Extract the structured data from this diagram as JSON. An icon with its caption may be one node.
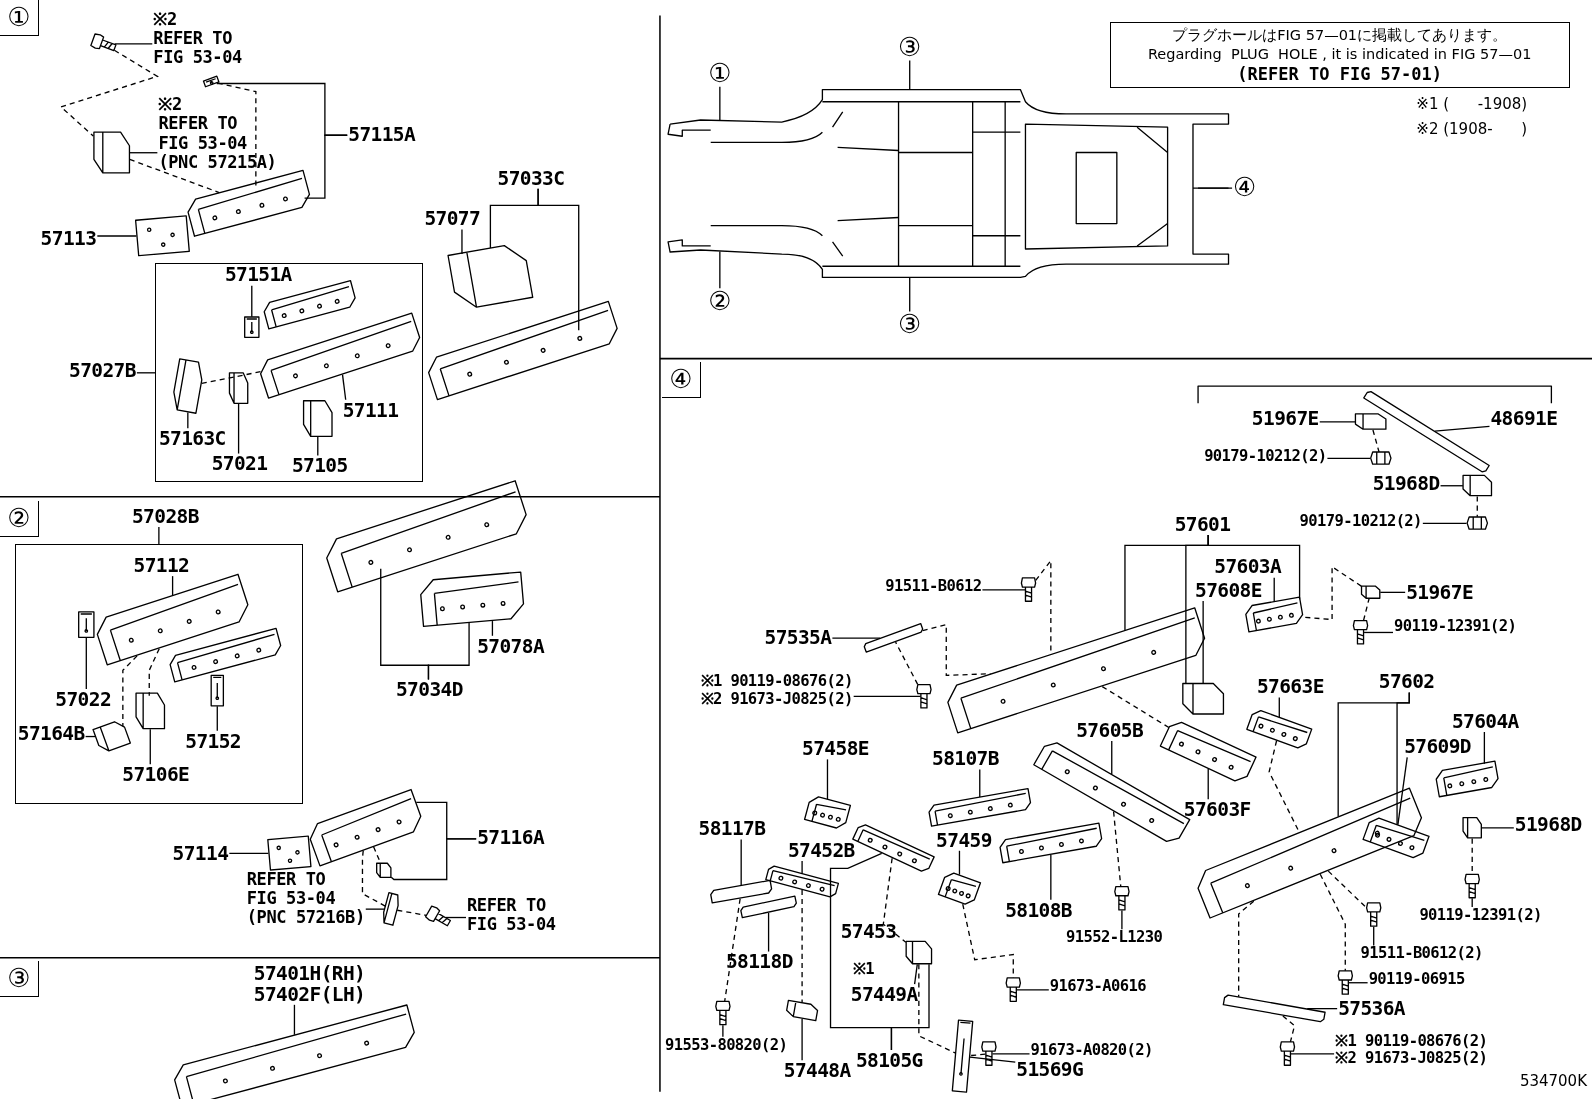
{
  "diagram": {
    "nodes": [
      {
        "text": [
          "※2",
          "REFER TO FIG 53-04"
        ]
      },
      {
        "text": [
          "※2",
          "REFER TO FIG 53-04 (PNC 57215A)"
        ]
      },
      {
        "text": [
          "57115A"
        ]
      },
      {
        "text": [
          "57113"
        ]
      },
      {
        "text": [
          "57033C"
        ]
      },
      {
        "text": [
          "57077"
        ]
      },
      {
        "text": [],
        "shape": "box"
      },
      {
        "text": [
          "57151A"
        ],
        "in": 6
      },
      {
        "text": [
          "57027B"
        ]
      },
      {
        "text": [
          "57111"
        ],
        "in": 6
      },
      {
        "text": [
          "57163C"
        ],
        "in": 6
      },
      {
        "text": [
          "57021"
        ],
        "in": 6
      },
      {
        "text": [
          "57105"
        ],
        "in": 6
      },
      {
        "text": [
          "57028B"
        ]
      },
      {
        "text": [],
        "shape": "box"
      },
      {
        "text": [
          "57112"
        ],
        "in": 14
      },
      {
        "text": [
          "57022"
        ],
        "in": 14
      },
      {
        "text": [
          "57164B"
        ],
        "in": 14
      },
      {
        "text": [
          "57152"
        ],
        "in": 14
      },
      {
        "text": [
          "57106E"
        ],
        "in": 14
      },
      {
        "text": [
          "57078A"
        ]
      },
      {
        "text": [
          "57034D"
        ]
      },
      {
        "text": [
          "57116A"
        ]
      },
      {
        "text": [
          "57114"
        ]
      },
      {
        "text": [
          "REFER TO FIG 53-04 (PNC 57216B)"
        ]
      },
      {
        "text": [
          "REFER TO FIG 53-04"
        ]
      },
      {
        "text": [
          "57401H(RH)",
          "57402F(LH)"
        ]
      },
      {
        "text": [
          "①"
        ]
      },
      {
        "text": [
          "②"
        ]
      },
      {
        "text": [
          "③"
        ]
      },
      {
        "text": [
          "③"
        ]
      },
      {
        "text": [
          "④"
        ]
      },
      {
        "text": [
          "プラグホールはFIG 57—01に掲載してあります。",
          "Regarding  PLUG  HOLE , it is indicated in FIG 57—01",
          "(REFER TO FIG 57-01)"
        ]
      },
      {
        "text": [
          "51967E"
        ]
      },
      {
        "text": [
          "48691E"
        ]
      },
      {
        "text": [
          "90179-10212(2)"
        ]
      },
      {
        "text": [
          "51968D"
        ]
      },
      {
        "text": [
          "90179-10212(2)"
        ]
      },
      {
        "text": [
          "57601"
        ]
      },
      {
        "text": [
          "57603A"
        ]
      },
      {
        "text": [
          "57608E"
        ]
      },
      {
        "text": [
          "51967E"
        ]
      },
      {
        "text": [
          "91511-B0612"
        ]
      },
      {
        "text": [
          "90119-12391(2)"
        ]
      },
      {
        "text": [
          "57535A"
        ]
      },
      {
        "text": [
          "※1 90119-08676(2)",
          "※2 91673-J0825(2)"
        ]
      },
      {
        "text": [
          "57663E"
        ]
      },
      {
        "text": [
          "57602"
        ]
      },
      {
        "text": [
          "57604A"
        ]
      },
      {
        "text": [
          "57609D"
        ]
      },
      {
        "text": [
          "57605B"
        ]
      },
      {
        "text": [
          "57458E"
        ]
      },
      {
        "text": [
          "58107B"
        ]
      },
      {
        "text": [
          "57603F"
        ]
      },
      {
        "text": [
          "51968D"
        ]
      },
      {
        "text": [
          "58117B"
        ]
      },
      {
        "text": [
          "57452B"
        ]
      },
      {
        "text": [
          "57459"
        ]
      },
      {
        "text": [
          "58108B"
        ]
      },
      {
        "text": [
          "90119-12391(2)"
        ]
      },
      {
        "text": [
          "91552-L1230"
        ]
      },
      {
        "text": [
          "58118D"
        ]
      },
      {
        "text": [
          "57449A"
        ]
      },
      {
        "text": [
          "91511-B0612(2)"
        ]
      },
      {
        "text": [
          "90119-06915"
        ]
      },
      {
        "text": [
          "91673-A0616"
        ]
      },
      {
        "text": [
          "57536A"
        ]
      },
      {
        "text": [
          "91553-80820(2)"
        ]
      },
      {
        "text": [
          "91673-A0820(2)"
        ]
      },
      {
        "text": [
          "57448A"
        ]
      },
      {
        "text": [
          "58105G"
        ]
      },
      {
        "text": [
          "51569G"
        ]
      },
      {
        "text": [
          "※1 90119-08676(2)",
          "※2 91673-J0825(2)"
        ]
      },
      {
        "text": [],
        "shape": "picture"
      },
      {
        "text": [],
        "shape": "picture"
      },
      {
        "text": [],
        "shape": "picture"
      },
      {
        "text": [],
        "shape": "picture"
      },
      {
        "text": [],
        "shape": "picture"
      },
      {
        "text": [],
        "shape": "picture"
      },
      {
        "text": [],
        "shape": "picture"
      },
      {
        "text": [],
        "shape": "picture",
        "in": 6
      },
      {
        "text": [],
        "shape": "picture",
        "in": 6
      },
      {
        "text": [],
        "shape": "picture",
        "in": 6
      },
      {
        "text": [],
        "shape": "picture",
        "in": 6
      },
      {
        "text": [],
        "shape": "picture",
        "in": 6
      },
      {
        "text": [],
        "shape": "picture",
        "in": 6
      },
      {
        "text": [],
        "shape": "picture"
      },
      {
        "text": [],
        "shape": "picture"
      },
      {
        "text": [],
        "shape": "picture",
        "in": 14
      },
      {
        "text": [],
        "shape": "picture",
        "in": 14
      },
      {
        "text": [],
        "shape": "picture",
        "in": 14
      },
      {
        "text": [],
        "shape": "picture",
        "in": 14
      },
      {
        "text": [],
        "shape": "picture",
        "in": 14
      },
      {
        "text": [],
        "shape": "picture",
        "in": 14
      },
      {
        "text": [],
        "shape": "picture"
      },
      {
        "text": [],
        "shape": "picture"
      },
      {
        "text": [],
        "shape": "picture"
      },
      {
        "text": [],
        "shape": "picture"
      },
      {
        "text": [],
        "shape": "picture"
      },
      {
        "text": [],
        "shape": "picture"
      },
      {
        "text": [],
        "shape": "picture"
      },
      {
        "text": [],
        "shape": "picture"
      },
      {
        "text": [],
        "shape": "picture"
      },
      {
        "text": [],
        "shape": "picture"
      },
      {
        "text": [],
        "shape": "picture"
      },
      {
        "text": [],
        "shape": "picture"
      },
      {
        "text": [],
        "shape": "picture"
      },
      {
        "text": [],
        "shape": "picture"
      },
      {
        "text": [],
        "shape": "picture"
      },
      {
        "text": [],
        "shape": "picture"
      },
      {
        "text": [],
        "shape": "picture"
      },
      {
        "text": [],
        "shape": "picture"
      },
      {
        "text": [],
        "shape": "picture"
      },
      {
        "text": [],
        "shape": "picture"
      },
      {
        "text": [],
        "shape": "picture"
      },
      {
        "text": [],
        "shape": "picture"
      },
      {
        "text": [],
        "shape": "picture"
      },
      {
        "text": [],
        "shape": "picture"
      },
      {
        "text": [],
        "shape": "picture"
      },
      {
        "text": [],
        "shape": "picture"
      },
      {
        "text": [],
        "shape": "picture"
      },
      {
        "text": [],
        "shape": "picture"
      },
      {
        "text": [],
        "shape": "picture"
      },
      {
        "text": [],
        "shape": "picture"
      },
      {
        "text": [],
        "shape": "picture"
      },
      {
        "text": [],
        "shape": "picture"
      },
      {
        "text": [],
        "shape": "picture"
      },
      {
        "text": [],
        "shape": "picture"
      },
      {
        "text": [],
        "shape": "picture"
      },
      {
        "text": [],
        "shape": "picture"
      },
      {
        "text": [],
        "shape": "picture"
      },
      {
        "text": [],
        "shape": "picture"
      },
      {
        "text": [],
        "shape": "picture"
      },
      {
        "text": [],
        "shape": "picture"
      },
      {
        "text": [],
        "shape": "picture"
      },
      {
        "text": [],
        "shape": "picture"
      },
      {
        "text": [],
        "shape": "picture"
      },
      {
        "text": [],
        "shape": "picture"
      },
      {
        "text": [],
        "shape": "picture"
      },
      {
        "text": [],
        "shape": "picture"
      },
      {
        "text": [],
        "shape": "picture"
      }
    ],
    "edges": [
      {
        "from": 0,
        "to": 73,
        "arrow": "none"
      },
      {
        "from": 1,
        "to": 75,
        "arrow": "none"
      },
      {
        "from": 2,
        "to": 74,
        "arrow": "none"
      },
      {
        "from": 2,
        "to": 76,
        "arrow": "none"
      },
      {
        "from": 3,
        "to": 77,
        "arrow": "none"
      },
      {
        "from": 4,
        "to": 78,
        "arrow": "none"
      },
      {
        "from": 4,
        "to": 79,
        "arrow": "none"
      },
      {
        "from": 5,
        "to": 78,
        "arrow": "none"
      },
      {
        "from": 8,
        "to": 6,
        "arrow": "none"
      },
      {
        "from": 7,
        "to": 80,
        "arrow": "none"
      },
      {
        "from": 9,
        "to": 82,
        "arrow": "none"
      },
      {
        "from": 10,
        "to": 83,
        "arrow": "none"
      },
      {
        "from": 11,
        "to": 84,
        "arrow": "none"
      },
      {
        "from": 12,
        "to": 85,
        "arrow": "none"
      },
      {
        "from": 13,
        "to": 14,
        "arrow": "none"
      },
      {
        "from": 15,
        "to": 88,
        "arrow": "none"
      },
      {
        "from": 16,
        "to": 89,
        "arrow": "none"
      },
      {
        "from": 17,
        "to": 91,
        "arrow": "none"
      },
      {
        "from": 18,
        "to": 93,
        "arrow": "none"
      },
      {
        "from": 19,
        "to": 92,
        "arrow": "none"
      },
      {
        "from": 20,
        "to": 87,
        "arrow": "none"
      },
      {
        "from": 21,
        "to": 86,
        "arrow": "none"
      },
      {
        "from": 21,
        "to": 87,
        "arrow": "none"
      },
      {
        "from": 22,
        "to": 94,
        "arrow": "none"
      },
      {
        "from": 22,
        "to": 96,
        "arrow": "none"
      },
      {
        "from": 23,
        "to": 95,
        "arrow": "none"
      },
      {
        "from": 24,
        "to": 97,
        "arrow": "none"
      },
      {
        "from": 25,
        "to": 98,
        "arrow": "none"
      },
      {
        "from": 26,
        "to": 99,
        "arrow": "none"
      },
      {
        "from": 27,
        "to": 140,
        "arrow": "none"
      },
      {
        "from": 28,
        "to": 140,
        "arrow": "none"
      },
      {
        "from": 29,
        "to": 140,
        "arrow": "none"
      },
      {
        "from": 30,
        "to": 140,
        "arrow": "none"
      },
      {
        "from": 31,
        "to": 140,
        "arrow": "none"
      },
      {
        "from": 33,
        "to": 101,
        "arrow": "none"
      },
      {
        "from": 34,
        "to": 100,
        "arrow": "none"
      },
      {
        "from": 35,
        "to": 102,
        "arrow": "none"
      },
      {
        "from": 36,
        "to": 103,
        "arrow": "none"
      },
      {
        "from": 37,
        "to": 104,
        "arrow": "none"
      },
      {
        "from": 38,
        "to": 108,
        "arrow": "none"
      },
      {
        "from": 38,
        "to": 109,
        "arrow": "none"
      },
      {
        "from": 38,
        "to": 112,
        "arrow": "none"
      },
      {
        "from": 39,
        "to": 109,
        "arrow": "none"
      },
      {
        "from": 40,
        "to": 112,
        "arrow": "none"
      },
      {
        "from": 41,
        "to": 110,
        "arrow": "none"
      },
      {
        "from": 42,
        "to": 105,
        "arrow": "none"
      },
      {
        "from": 43,
        "to": 111,
        "arrow": "none"
      },
      {
        "from": 44,
        "to": 106,
        "arrow": "none"
      },
      {
        "from": 45,
        "to": 107,
        "arrow": "none"
      },
      {
        "from": 46,
        "to": 113,
        "arrow": "none"
      },
      {
        "from": 47,
        "to": 116,
        "arrow": "none"
      },
      {
        "from": 47,
        "to": 118,
        "arrow": "none"
      },
      {
        "from": 48,
        "to": 117,
        "arrow": "none"
      },
      {
        "from": 49,
        "to": 118,
        "arrow": "none"
      },
      {
        "from": 50,
        "to": 114,
        "arrow": "none"
      },
      {
        "from": 51,
        "to": 121,
        "arrow": "none"
      },
      {
        "from": 52,
        "to": 122,
        "arrow": "none"
      },
      {
        "from": 53,
        "to": 115,
        "arrow": "none"
      },
      {
        "from": 54,
        "to": 119,
        "arrow": "none"
      },
      {
        "from": 55,
        "to": 126,
        "arrow": "none"
      },
      {
        "from": 56,
        "to": 127,
        "arrow": "none"
      },
      {
        "from": 57,
        "to": 123,
        "arrow": "none"
      },
      {
        "from": 58,
        "to": 124,
        "arrow": "none"
      },
      {
        "from": 59,
        "to": 120,
        "arrow": "none"
      },
      {
        "from": 60,
        "to": 125,
        "arrow": "none"
      },
      {
        "from": 61,
        "to": 128,
        "arrow": "none"
      },
      {
        "from": 62,
        "to": 130,
        "arrow": "none"
      },
      {
        "from": 63,
        "to": 134,
        "arrow": "none"
      },
      {
        "from": 64,
        "to": 135,
        "arrow": "none"
      },
      {
        "from": 65,
        "to": 133,
        "arrow": "none"
      },
      {
        "from": 66,
        "to": 136,
        "arrow": "none"
      },
      {
        "from": 67,
        "to": 131,
        "arrow": "none"
      },
      {
        "from": 68,
        "to": 138,
        "arrow": "none"
      },
      {
        "from": 69,
        "to": 132,
        "arrow": "none"
      },
      {
        "from": 70,
        "to": 129,
        "arrow": "none"
      },
      {
        "from": 70,
        "to": 130,
        "arrow": "none"
      },
      {
        "from": 71,
        "to": 139,
        "arrow": "none"
      },
      {
        "from": 72,
        "to": 137,
        "arrow": "none"
      },
      {
        "from": 73,
        "to": 75,
        "arrow": "none",
        "style": "dashed"
      },
      {
        "from": 75,
        "to": 76,
        "arrow": "none",
        "style": "dashed"
      },
      {
        "from": 74,
        "to": 76,
        "arrow": "none",
        "style": "dashed"
      },
      {
        "from": 83,
        "to": 82,
        "arrow": "none",
        "style": "dashed"
      },
      {
        "from": 88,
        "to": 91,
        "arrow": "none",
        "style": "dashed"
      },
      {
        "from": 88,
        "to": 92,
        "arrow": "none",
        "style": "dashed"
      },
      {
        "from": 94,
        "to": 97,
        "arrow": "none",
        "style": "dashed"
      },
      {
        "from": 97,
        "to": 98,
        "arrow": "none",
        "style": "dashed"
      },
      {
        "from": 94,
        "to": 96,
        "arrow": "none",
        "style": "dashed"
      },
      {
        "from": 105,
        "to": 108,
        "arrow": "none",
        "style": "dashed"
      },
      {
        "from": 106,
        "to": 108,
        "arrow": "none",
        "style": "dashed"
      },
      {
        "from": 107,
        "to": 106,
        "arrow": "none",
        "style": "dashed"
      },
      {
        "from": 110,
        "to": 109,
        "arrow": "none",
        "style": "dashed"
      },
      {
        "from": 111,
        "to": 110,
        "arrow": "none",
        "style": "dashed"
      },
      {
        "from": 101,
        "to": 102,
        "arrow": "none",
        "style": "dashed"
      },
      {
        "from": 103,
        "to": 104,
        "arrow": "none",
        "style": "dashed"
      },
      {
        "from": 108,
        "to": 115,
        "arrow": "none",
        "style": "dashed"
      },
      {
        "from": 113,
        "to": 116,
        "arrow": "none",
        "style": "dashed"
      },
      {
        "from": 114,
        "to": 125,
        "arrow": "none",
        "style": "dashed"
      },
      {
        "from": 123,
        "to": 133,
        "arrow": "none",
        "style": "dashed"
      },
      {
        "from": 126,
        "to": 131,
        "arrow": "none",
        "style": "dashed"
      },
      {
        "from": 127,
        "to": 132,
        "arrow": "none",
        "style": "dashed"
      },
      {
        "from": 129,
        "to": 130,
        "arrow": "none",
        "style": "dashed"
      },
      {
        "from": 130,
        "to": 139,
        "arrow": "none",
        "style": "dashed"
      },
      {
        "from": 138,
        "to": 139,
        "arrow": "none",
        "style": "dashed"
      },
      {
        "from": 116,
        "to": 136,
        "arrow": "none",
        "style": "dashed"
      },
      {
        "from": 136,
        "to": 137,
        "arrow": "none",
        "style": "dashed"
      },
      {
        "from": 116,
        "to": 135,
        "arrow": "none",
        "style": "dashed"
      },
      {
        "from": 116,
        "to": 134,
        "arrow": "none",
        "style": "dashed"
      },
      {
        "from": 119,
        "to": 120,
        "arrow": "none",
        "style": "dashed"
      }
    ],
    "labels": [
      "①",
      "②",
      "③",
      "④",
      "※1 (      -1908)",
      "※2 (1908-      )",
      "57453",
      "※1",
      "534700K"
    ]
  }
}
